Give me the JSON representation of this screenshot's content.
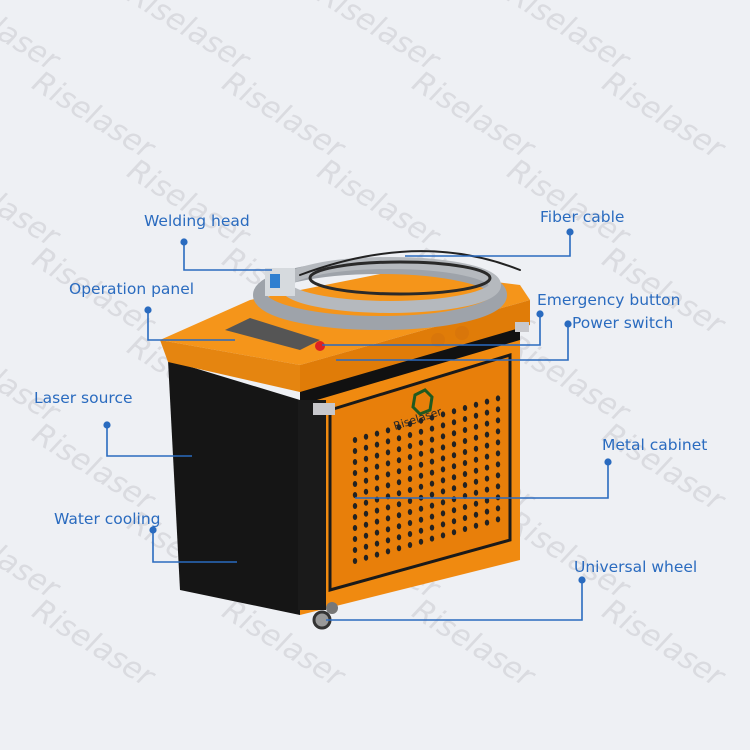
{
  "watermark": "Riselaser",
  "logo_text": "Riselaser",
  "label_color": "#2a6bbf",
  "body_color": "#f08a10",
  "labels": {
    "welding_head": "Welding head",
    "fiber_cable": "Fiber cable",
    "operation_panel": "Operation panel",
    "emergency_button": "Emergency button",
    "power_switch": "Power switch",
    "laser_source": "Laser source",
    "metal_cabinet": "Metal cabinet",
    "water_cooling": "Water cooling",
    "universal_wheel": "Universal wheel"
  }
}
